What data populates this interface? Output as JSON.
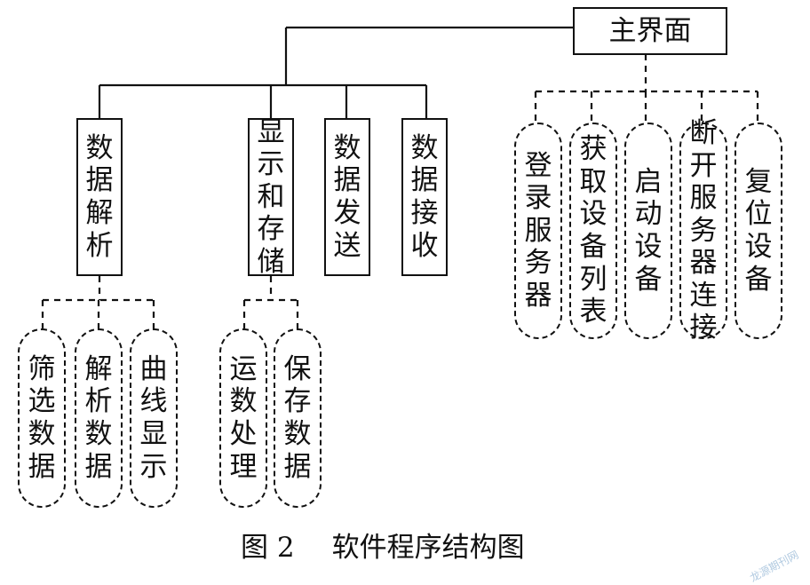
{
  "diagram": {
    "title": "图 2",
    "caption": "软件程序结构图",
    "root": "主界面",
    "solid_branches": [
      {
        "label": "数据解析",
        "children": [
          "筛选数据",
          "解析数据",
          "曲线显示"
        ]
      },
      {
        "label": "显示和存储",
        "children": [
          "运数处理",
          "保存数据"
        ]
      },
      {
        "label": "数据发送",
        "children": []
      },
      {
        "label": "数据接收",
        "children": []
      }
    ],
    "dashed_branches": [
      "登录服务器",
      "获取设备列表",
      "启动设备",
      "断开服务器连接",
      "复位设备"
    ]
  },
  "watermark": "龙源期刊网"
}
